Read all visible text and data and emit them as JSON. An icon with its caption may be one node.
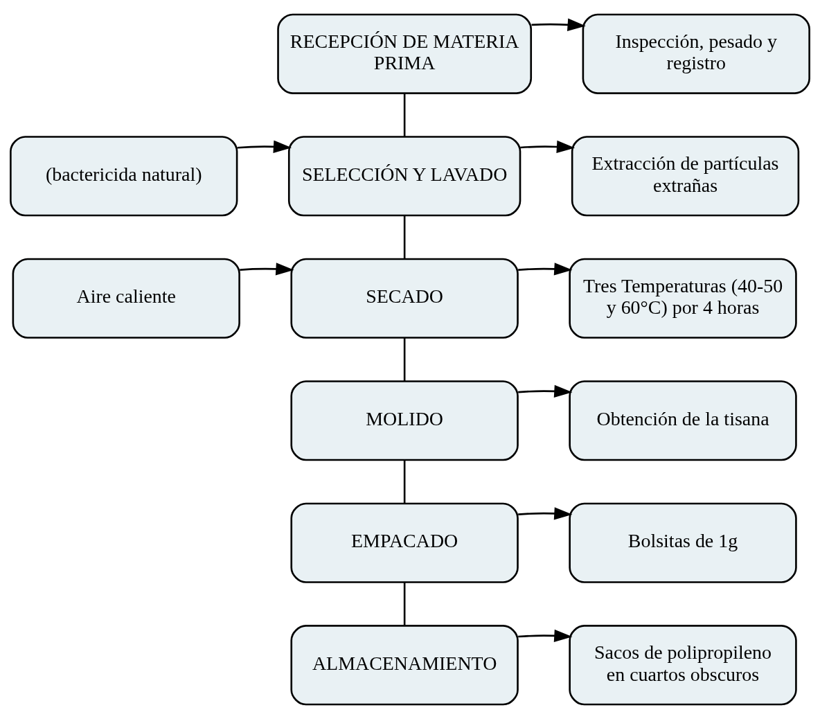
{
  "diagram": {
    "nodes": [
      {
        "text": [
          "RECEPCIÓN DE MATERIA PRIMA"
        ]
      },
      {
        "text": [
          "Inspección, pesado y registro"
        ]
      },
      {
        "text": [
          "(bactericida natural)"
        ]
      },
      {
        "text": [
          "SELECCIÓN Y LAVADO"
        ]
      },
      {
        "text": [
          "Extracción de partículas extrañas"
        ]
      },
      {
        "text": [
          "Aire caliente"
        ]
      },
      {
        "text": [
          "SECADO"
        ]
      },
      {
        "text": [
          "Tres Temperaturas (40-50 y 60°C) por 4 horas"
        ]
      },
      {
        "text": [
          "MOLIDO"
        ]
      },
      {
        "text": [
          "Obtención de la tisana"
        ]
      },
      {
        "text": [
          "EMPACADO"
        ]
      },
      {
        "text": [
          "Bolsitas de 1g"
        ]
      },
      {
        "text": [
          "ALMACENAMIENTO"
        ]
      },
      {
        "text": [
          "Sacos de polipropileno en cuartos obscuros"
        ]
      }
    ],
    "edges": [
      {
        "from": 0,
        "to": 1,
        "arrow": "to"
      },
      {
        "from": 0,
        "to": 3,
        "arrow": "none"
      },
      {
        "from": 2,
        "to": 3,
        "arrow": "to"
      },
      {
        "from": 3,
        "to": 4,
        "arrow": "to"
      },
      {
        "from": 3,
        "to": 6,
        "arrow": "none"
      },
      {
        "from": 5,
        "to": 6,
        "arrow": "to"
      },
      {
        "from": 6,
        "to": 7,
        "arrow": "to"
      },
      {
        "from": 6,
        "to": 8,
        "arrow": "none"
      },
      {
        "from": 8,
        "to": 9,
        "arrow": "to"
      },
      {
        "from": 8,
        "to": 10,
        "arrow": "none"
      },
      {
        "from": 10,
        "to": 11,
        "arrow": "to"
      },
      {
        "from": 10,
        "to": 12,
        "arrow": "none"
      },
      {
        "from": 12,
        "to": 13,
        "arrow": "to"
      }
    ]
  }
}
